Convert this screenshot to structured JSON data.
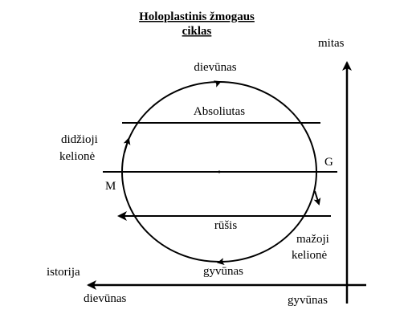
{
  "title": {
    "line1": "Holoplastinis žmogaus",
    "line2": "ciklas"
  },
  "labels": {
    "dievunas_top": "dievūnas",
    "absoliutas": "Absoliutas",
    "didzioji_line1": "didžioji",
    "didzioji_line2": "kelionė",
    "g": "G",
    "m": "M",
    "rusis": "rūšis",
    "mazoji_line1": "mažoji",
    "mazoji_line2": "kelionė",
    "gyvunas_bottom": "gyvūnas",
    "mitas": "mitas",
    "istorija": "istorija",
    "dievunas_axis": "dievūnas",
    "gyvunas_axis": "gyvūnas"
  }
}
